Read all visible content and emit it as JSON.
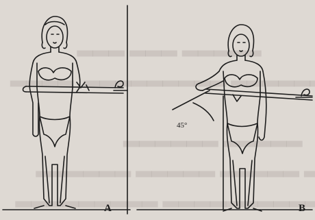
{
  "panels": [
    {
      "label": "A"
    },
    {
      "label": "B"
    }
  ],
  "angle_label": "45°"
}
